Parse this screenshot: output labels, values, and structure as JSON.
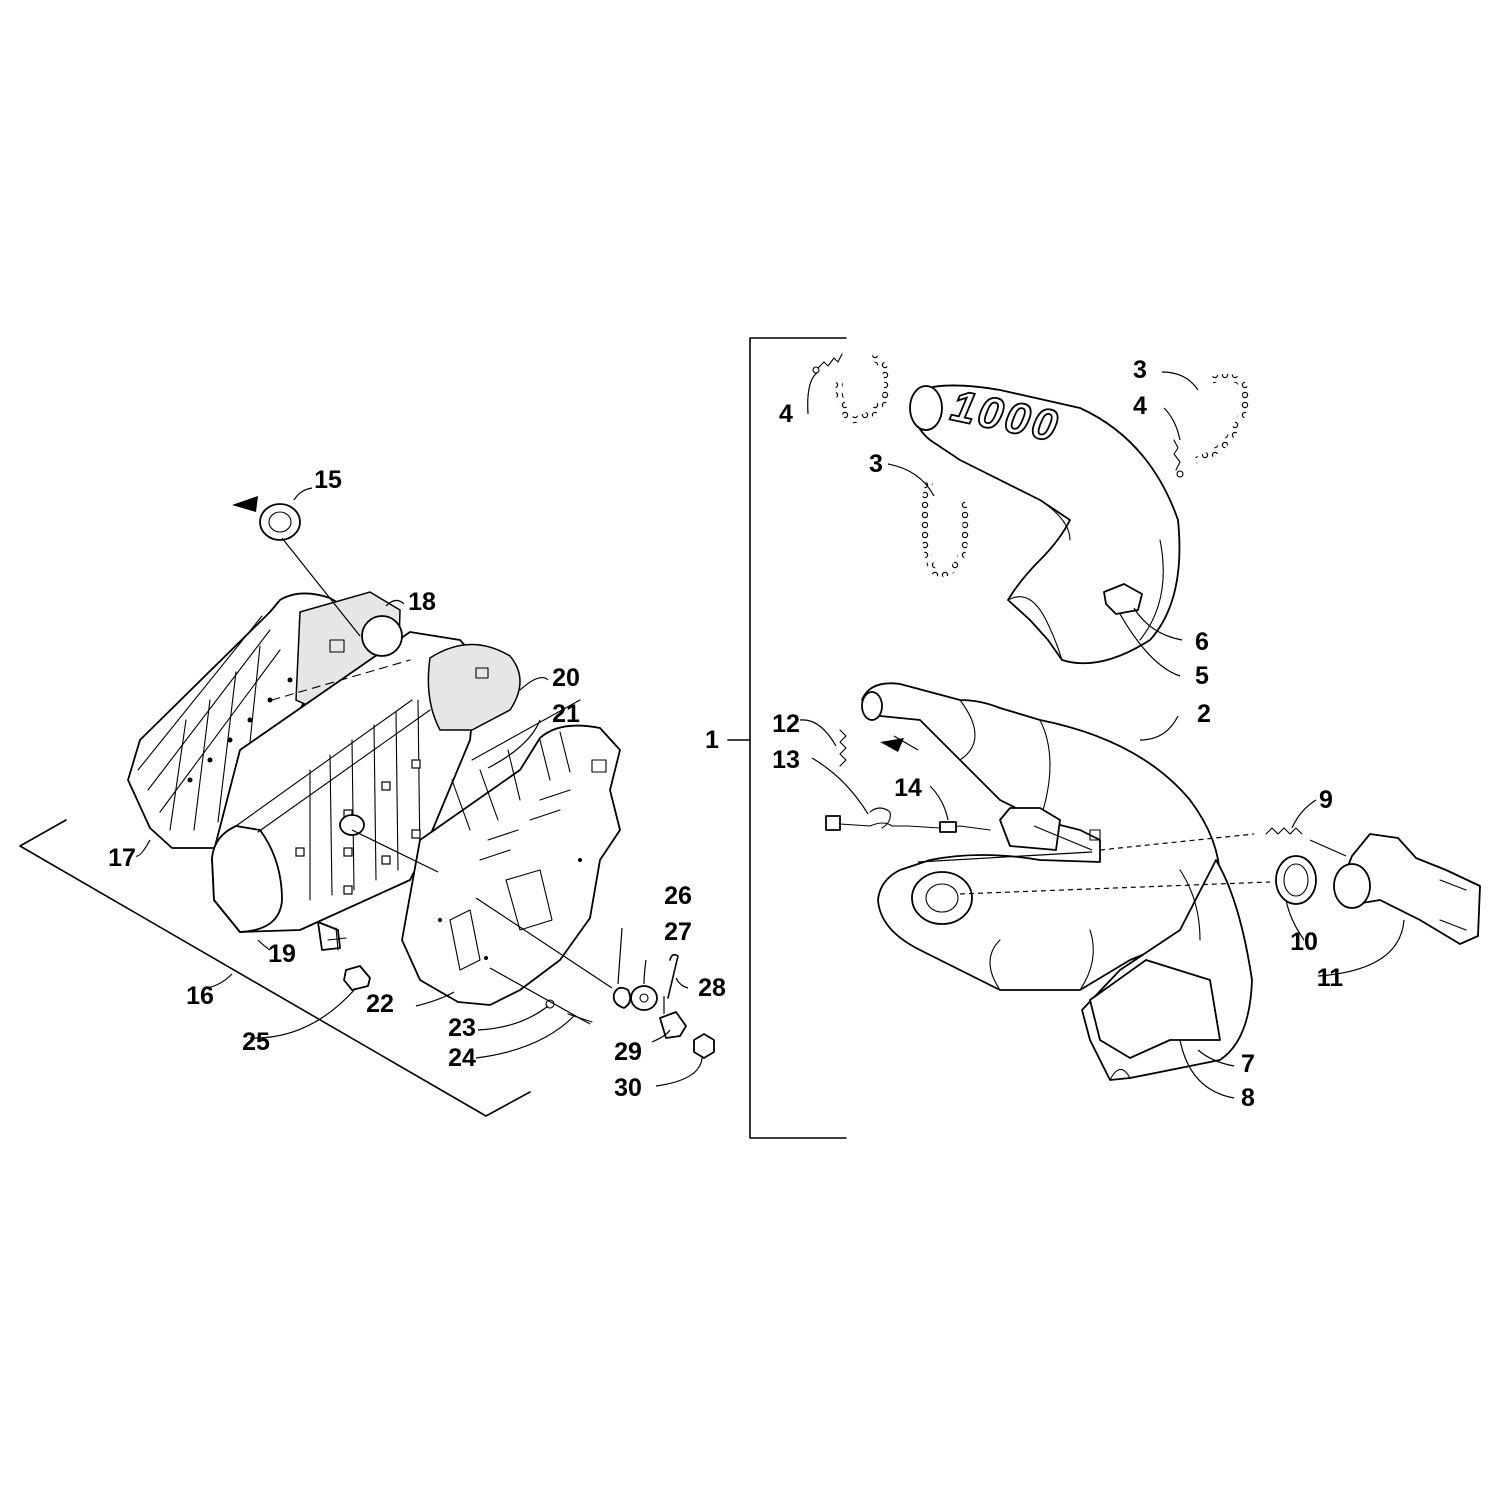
{
  "logo_text": "1000",
  "callouts": {
    "c1": "1",
    "c2": "2",
    "c3a": "3",
    "c3b": "3",
    "c4a": "4",
    "c4b": "4",
    "c5": "5",
    "c6": "6",
    "c7": "7",
    "c8": "8",
    "c9": "9",
    "c10": "10",
    "c11": "11",
    "c12": "12",
    "c13": "13",
    "c14": "14",
    "c15": "15",
    "c16": "16",
    "c17": "17",
    "c18": "18",
    "c19": "19",
    "c20": "20",
    "c21": "21",
    "c22": "22",
    "c23": "23",
    "c24": "24",
    "c25": "25",
    "c26": "26",
    "c27": "27",
    "c28": "28",
    "c29": "29",
    "c30": "30"
  }
}
